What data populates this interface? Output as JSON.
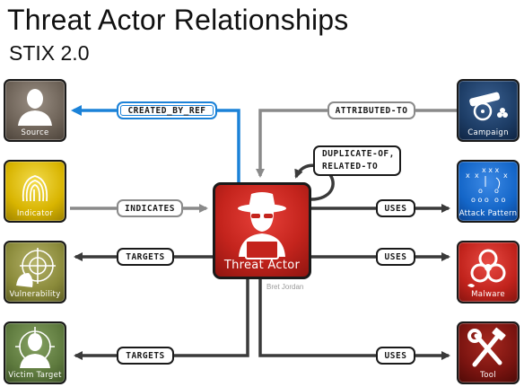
{
  "header": {
    "title": "Threat Actor Relationships",
    "subtitle": "STIX 2.0"
  },
  "center": {
    "label": "Threat Actor",
    "author": "Bret Jordan",
    "icon": "hacker-icon"
  },
  "nodes": {
    "source": {
      "label": "Source",
      "icon": "person-silhouette-icon"
    },
    "indicator": {
      "label": "Indicator",
      "icon": "fingerprint-icon"
    },
    "vulnerability": {
      "label": "Vulnerability",
      "icon": "target-sight-icon"
    },
    "victim": {
      "label": "Victim Target",
      "icon": "person-crosshair-icon"
    },
    "campaign": {
      "label": "Campaign",
      "icon": "cannon-icon"
    },
    "attack_pattern": {
      "label": "Attack Pattern",
      "icon": "play-diagram-icon"
    },
    "malware": {
      "label": "Malware",
      "icon": "biohazard-icon"
    },
    "tool": {
      "label": "Tool",
      "icon": "wrench-hammer-icon"
    }
  },
  "relationships": {
    "created_by_ref": "CREATED_BY_REF",
    "attributed_to": "ATTRIBUTED-TO",
    "duplicate_of": "DUPLICATE-OF,",
    "related_to": "RELATED-TO",
    "indicates": "INDICATES",
    "targets_vuln": "TARGETS",
    "targets_victim": "TARGETS",
    "uses_attack": "USES",
    "uses_malware": "USES",
    "uses_tool": "USES"
  },
  "colors": {
    "blue_edge": "#1b82d8",
    "gray_edge": "#8a8a8a",
    "dark_edge": "#3a3a3a",
    "threat_actor": "#c4241d",
    "source": "#6e6358",
    "indicator": "#d8b400",
    "vulnerability": "#8a8a3a",
    "victim": "#5e7a3e",
    "campaign": "#1d3d66",
    "attack_pattern": "#1466c8",
    "malware": "#c1231c",
    "tool": "#7a1410"
  }
}
